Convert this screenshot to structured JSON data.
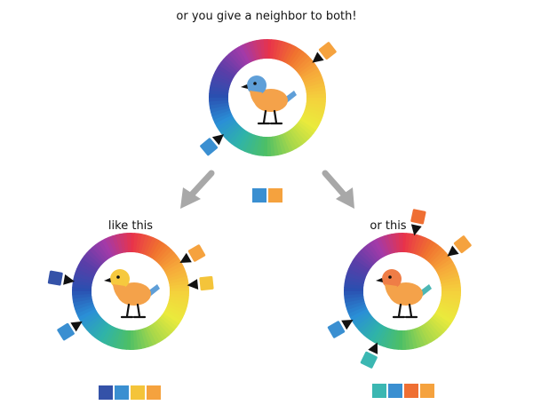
{
  "title": "or you give a neighbor to both!",
  "left_label": "like this",
  "right_label": "or this",
  "colors": {
    "wheel": [
      "#e8334a",
      "#f0722f",
      "#f6a93a",
      "#f4d23c",
      "#eaea3c",
      "#a9d84a",
      "#4dbf66",
      "#2fb3a8",
      "#2a8fd6",
      "#2a4fb0",
      "#5a3ea8",
      "#a33aa8"
    ],
    "swatch_blue": "#3a8fd1",
    "swatch_orange": "#f5a23e",
    "swatch_navy": "#3452a8",
    "swatch_yellow": "#f4c43a",
    "swatch_teal": "#3bb7b2",
    "swatch_red_orange": "#ef6f33",
    "bird_blue": "#5f9fd8",
    "bird_yellow": "#f6c93e",
    "bird_orange": "#f4a24a",
    "bird_red_orange": "#ef7d46",
    "bird_teal": "#4cb7b5",
    "arrow_gray": "#a8a8a8"
  },
  "icons": [
    "color-wheel-icon",
    "bird-icon",
    "color-marker-icon",
    "arrow-icon",
    "color-swatch-icon"
  ]
}
